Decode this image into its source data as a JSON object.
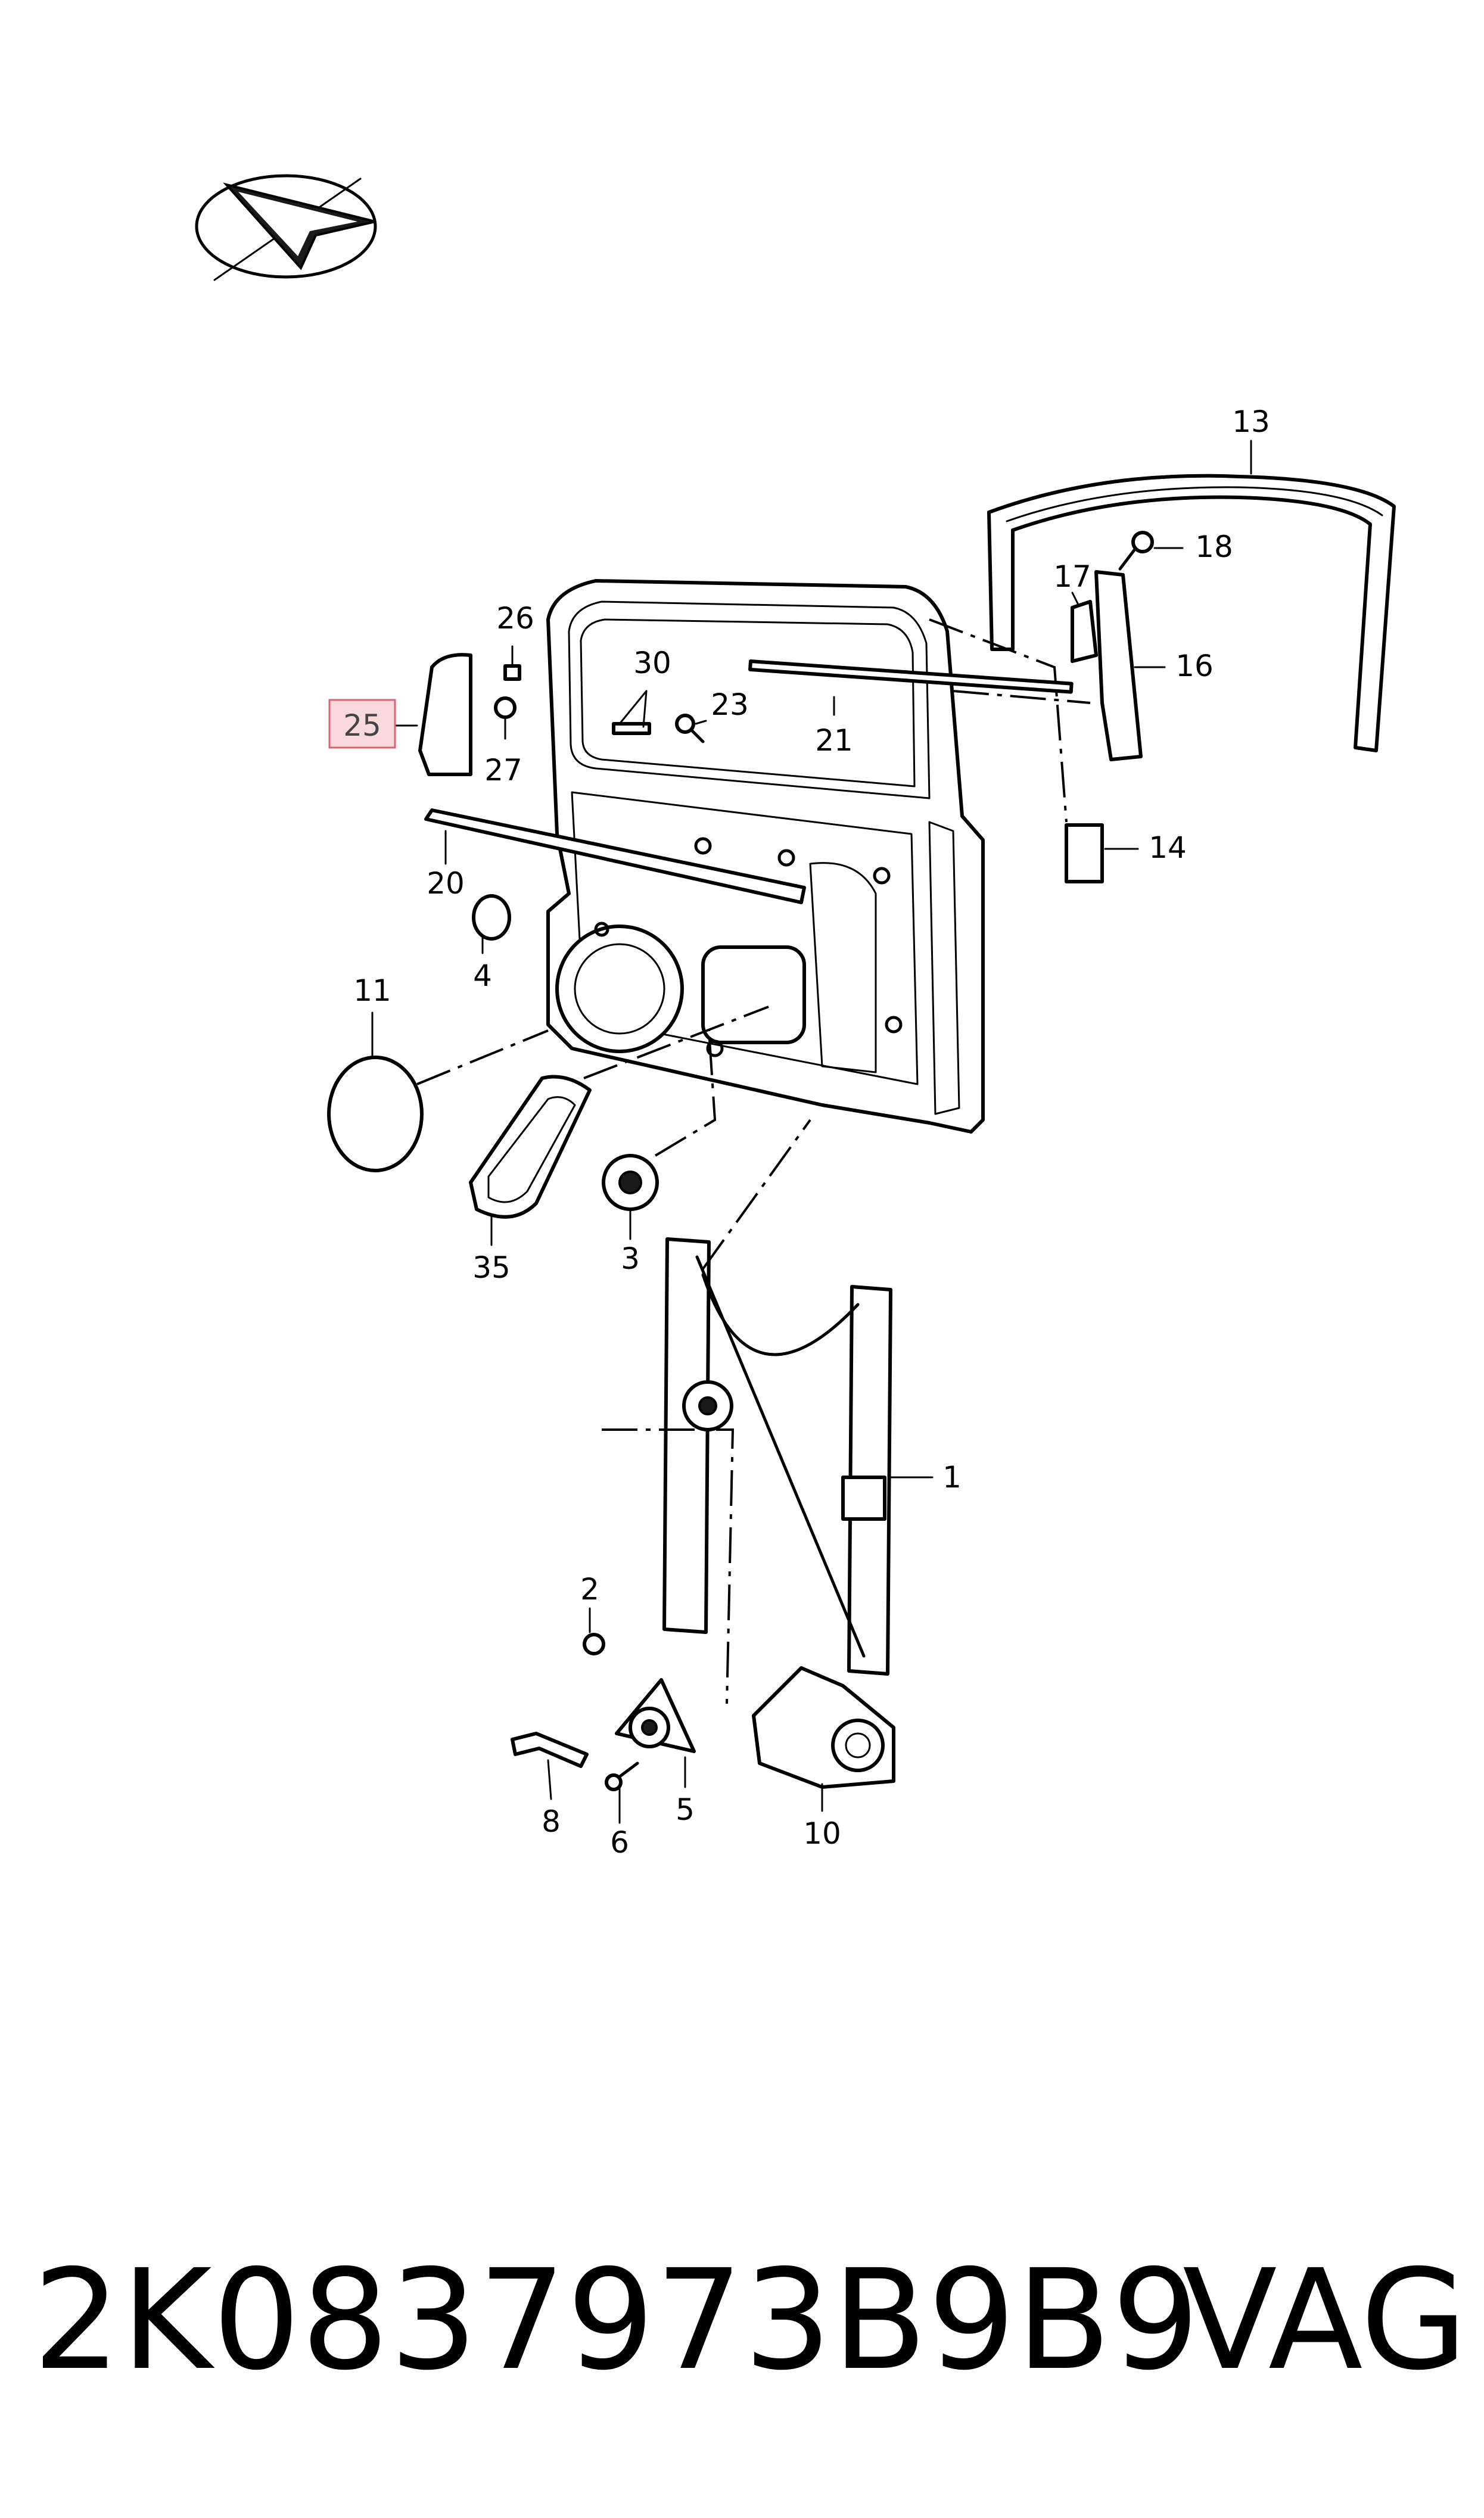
{
  "callouts": {
    "p1": "1",
    "p2": "2",
    "p3": "3",
    "p4": "4",
    "p5": "5",
    "p6": "6",
    "p8": "8",
    "p10": "10",
    "p11": "11",
    "p13": "13",
    "p14": "14",
    "p16": "16",
    "p17": "17",
    "p18": "18",
    "p20": "20",
    "p21": "21",
    "p23": "23",
    "p25": "25",
    "p26": "26",
    "p27": "27",
    "p30": "30",
    "p35": "35"
  },
  "highlight": {
    "part": "25",
    "fill": "#f9d9dc",
    "stroke": "#e0606f"
  },
  "footer": {
    "part_number": "2K0837973B9B9",
    "brand": "VAG"
  }
}
